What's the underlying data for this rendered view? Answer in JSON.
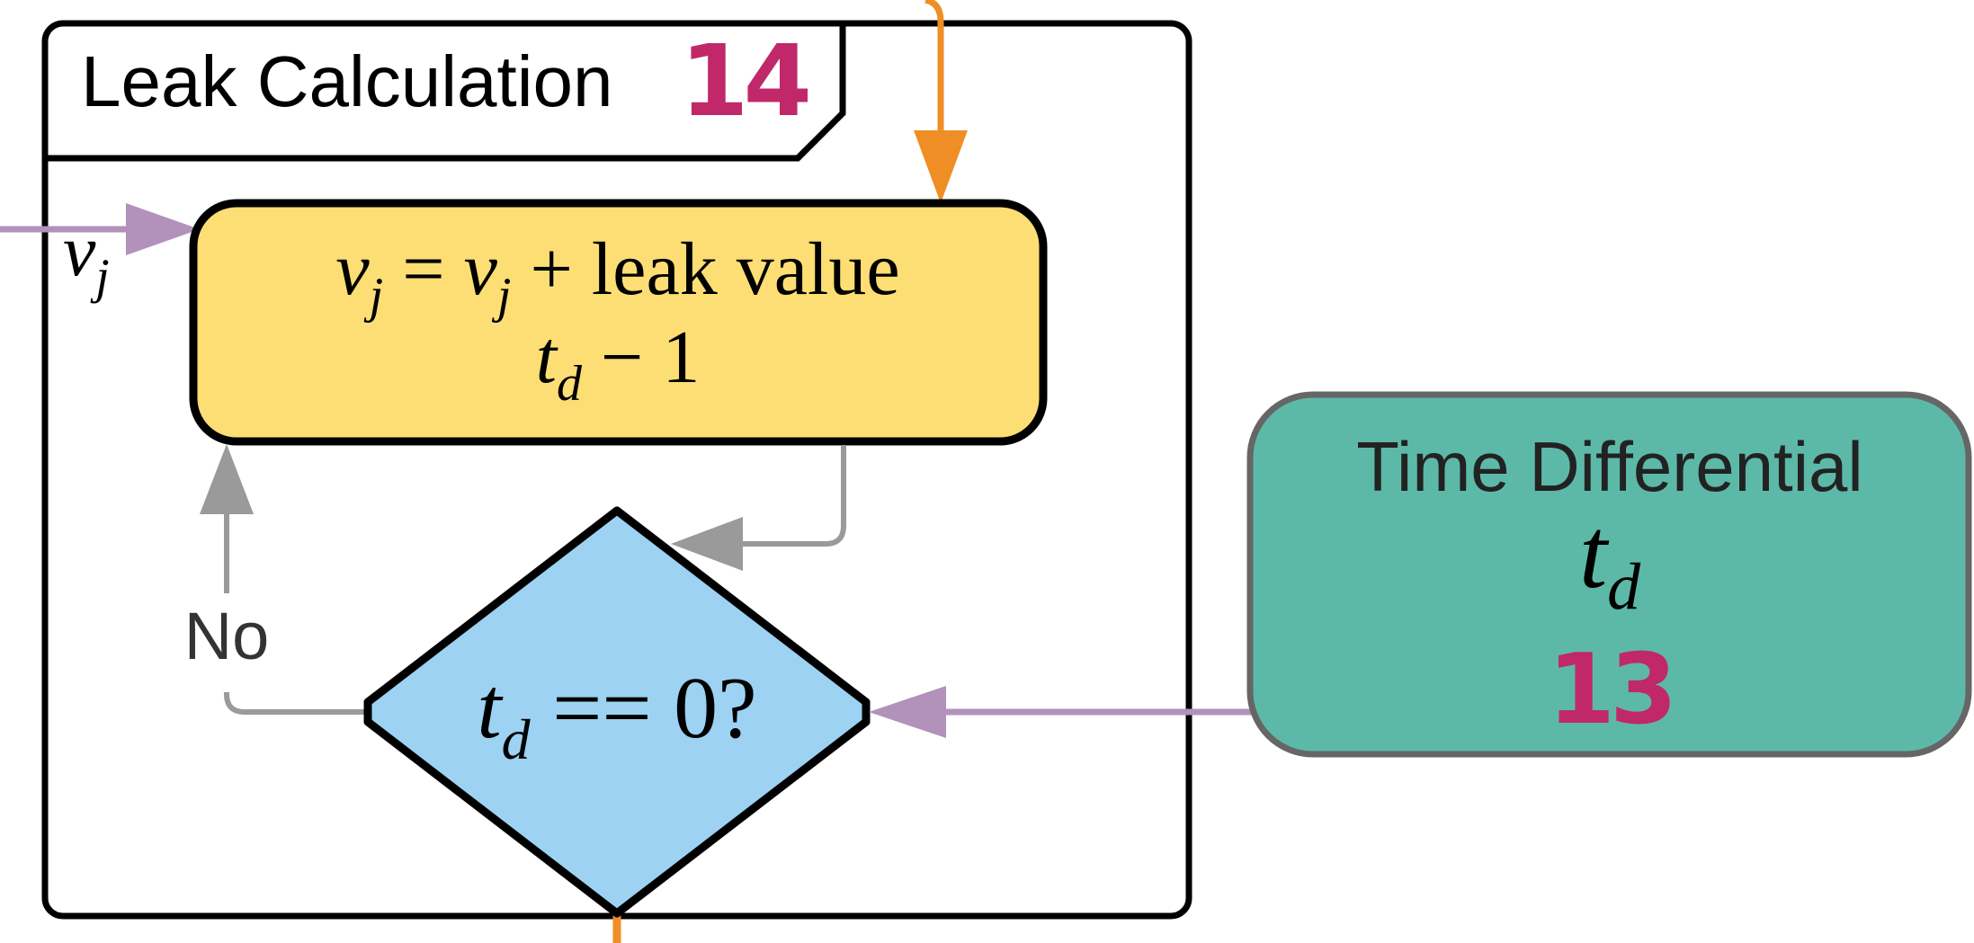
{
  "frame": {
    "title": "Leak Calculation",
    "badge": "14"
  },
  "input_label": {
    "var": "v",
    "sub": "j"
  },
  "process": {
    "line1": {
      "lhs_var": "v",
      "lhs_sub": "j",
      "eq": " = ",
      "rhs_var": "v",
      "rhs_sub": "j",
      "rest": " + leak value"
    },
    "line2": {
      "var": "t",
      "sub": "d",
      "rest": " − 1"
    }
  },
  "decision": {
    "var": "t",
    "sub": "d",
    "rest": " == 0?"
  },
  "loop_label": "No",
  "source": {
    "title": "Time Differential",
    "var": "t",
    "sub": "d",
    "badge": "13"
  },
  "colors": {
    "process_fill": "#fcde74",
    "decision_fill": "#9dd2f2",
    "source_fill": "#5cb9a7",
    "source_stroke": "#666666",
    "badge": "#c0286a",
    "arrow_purple": "#b291bb",
    "arrow_orange": "#ef8e25",
    "arrow_gray": "#9a9a9a"
  }
}
